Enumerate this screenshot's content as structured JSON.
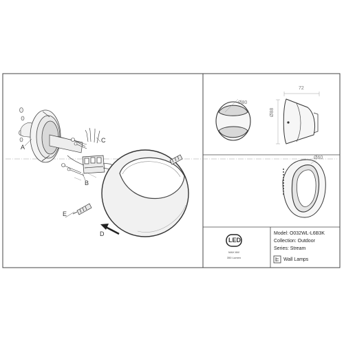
{
  "callouts": {
    "a": "A",
    "b": "B",
    "c": "C",
    "d": "D",
    "e": "E"
  },
  "dimensions": {
    "width": "72",
    "height": "Ø88",
    "diameter_side": "Ø80",
    "diameter_back": "Ø60"
  },
  "info_panel": {
    "model": "Model: O032WL-L6B3K",
    "collection": "Collection: Outdoor",
    "series": "Series: Stream",
    "category": "Wall Lamps",
    "category_icon": "wall-lamp-icon",
    "led_badge": "LED",
    "max_power": "MAX 6W",
    "lumen": "350 Lumen"
  }
}
